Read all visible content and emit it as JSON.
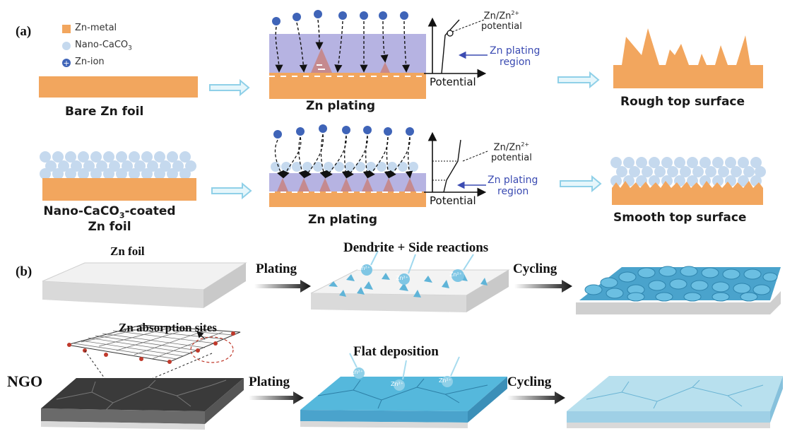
{
  "panel_a": {
    "label": "(a)",
    "legend": {
      "zn_metal": "Zn-metal",
      "nano_caco3_pre": "Nano-CaCO",
      "nano_caco3_sub": "3",
      "zn_ion": "Zn-ion"
    },
    "bare_foil": "Bare Zn  foil",
    "coated_foil_line1_pre": "Nano-CaCO",
    "coated_foil_line1_sub": "3",
    "coated_foil_line1_post": "-coated",
    "coated_foil_line2": "Zn foil",
    "plating_top": "Zn plating",
    "plating_bottom": "Zn  plating",
    "potential_label_line1_pre": "Zn/Zn",
    "potential_label_line1_sup": "2+",
    "potential_label_line2": "potential",
    "region_line1": "Zn plating",
    "region_line2": "region",
    "axis_label": "Potential",
    "rough": "Rough top surface",
    "smooth": "Smooth top surface"
  },
  "panel_b": {
    "label": "(b)",
    "zn_foil": "Zn foil",
    "dendrite": "Dendrite + Side reactions",
    "plating": "Plating",
    "cycling": "Cycling",
    "ngo": "NGO",
    "absorption": "Zn absorption sites",
    "flat": "Flat deposition",
    "ion_label": "Zn²⁺"
  },
  "colors": {
    "zn_metal": "#f2a65e",
    "caco3": "#c5d9ee",
    "zn_ion": "#3f64b8",
    "plating_region": "#a9a6dd",
    "arrow": "#8fd0e8",
    "zn_dendrite": "#5fb4d8",
    "ngo_dark": "#3a3a3a"
  }
}
